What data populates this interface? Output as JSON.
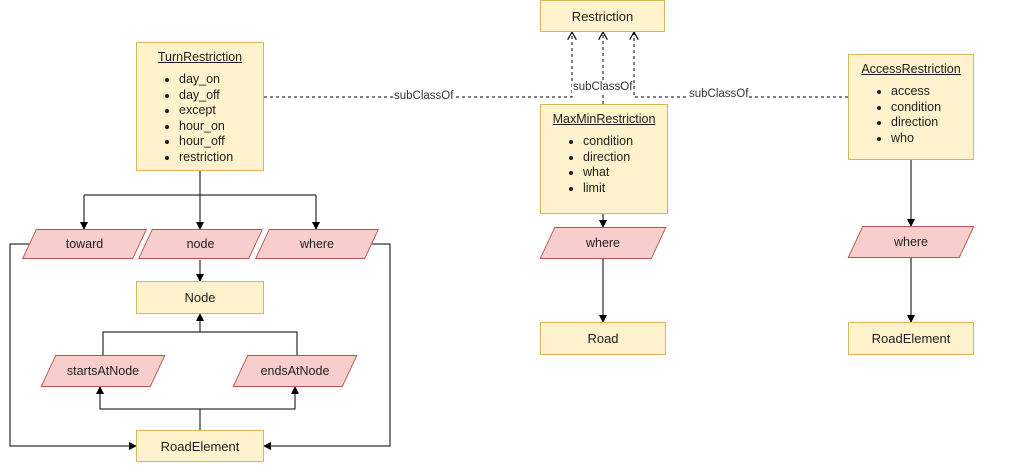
{
  "classes": {
    "restriction": {
      "title": "Restriction"
    },
    "turn_restriction": {
      "title": "TurnRestriction",
      "attributes": [
        "day_on",
        "day_off",
        "except",
        "hour_on",
        "hour_off",
        "restriction"
      ]
    },
    "maxmin_restriction": {
      "title": "MaxMinRestriction",
      "attributes": [
        "condition",
        "direction",
        "what",
        "limit"
      ]
    },
    "access_restriction": {
      "title": "AccessRestriction",
      "attributes": [
        "access",
        "condition",
        "direction",
        "who"
      ]
    },
    "node": {
      "title": "Node"
    },
    "road_element_left": {
      "title": "RoadElement"
    },
    "road": {
      "title": "Road"
    },
    "road_element_right": {
      "title": "RoadElement"
    }
  },
  "relations": {
    "toward": "toward",
    "node": "node",
    "where_turn": "where",
    "starts_at_node": "startsAtNode",
    "ends_at_node": "endsAtNode",
    "where_maxmin": "where",
    "where_access": "where"
  },
  "edge_labels": {
    "subclass_left": "subClassOf",
    "subclass_center": "subClassOf",
    "subclass_right": "subClassOf"
  }
}
